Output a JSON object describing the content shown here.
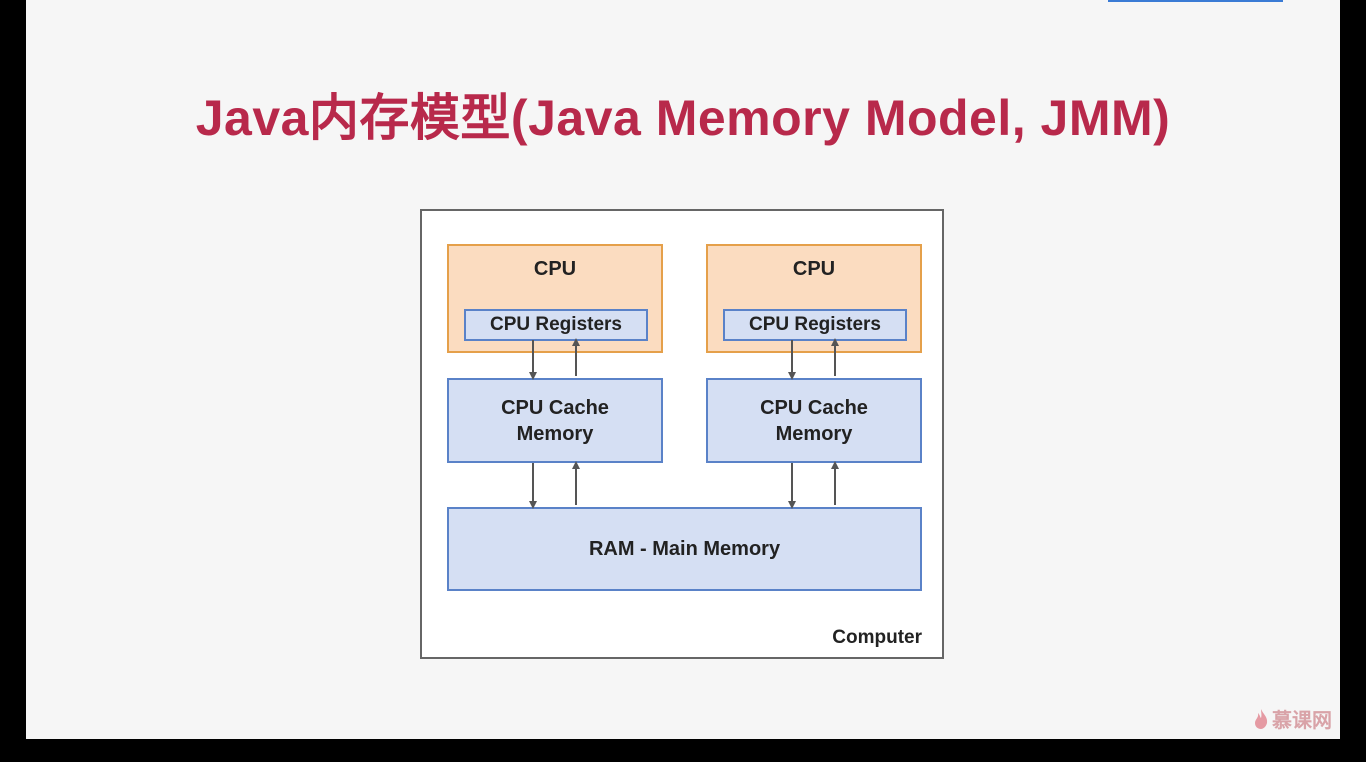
{
  "title": "Java内存模型(Java Memory Model, JMM)",
  "diagram": {
    "computer_label": "Computer",
    "cpus": [
      {
        "cpu_label": "CPU",
        "registers_label": "CPU Registers",
        "cache_line1": "CPU Cache",
        "cache_line2": "Memory"
      },
      {
        "cpu_label": "CPU",
        "registers_label": "CPU Registers",
        "cache_line1": "CPU Cache",
        "cache_line2": "Memory"
      }
    ],
    "ram_label": "RAM - Main Memory"
  },
  "watermark": "慕课网",
  "colors": {
    "title": "#b8294b",
    "cpu_fill": "#fbdcc0",
    "cpu_border": "#e5a04a",
    "memory_fill": "#d5dff3",
    "memory_border": "#5a82c8"
  }
}
